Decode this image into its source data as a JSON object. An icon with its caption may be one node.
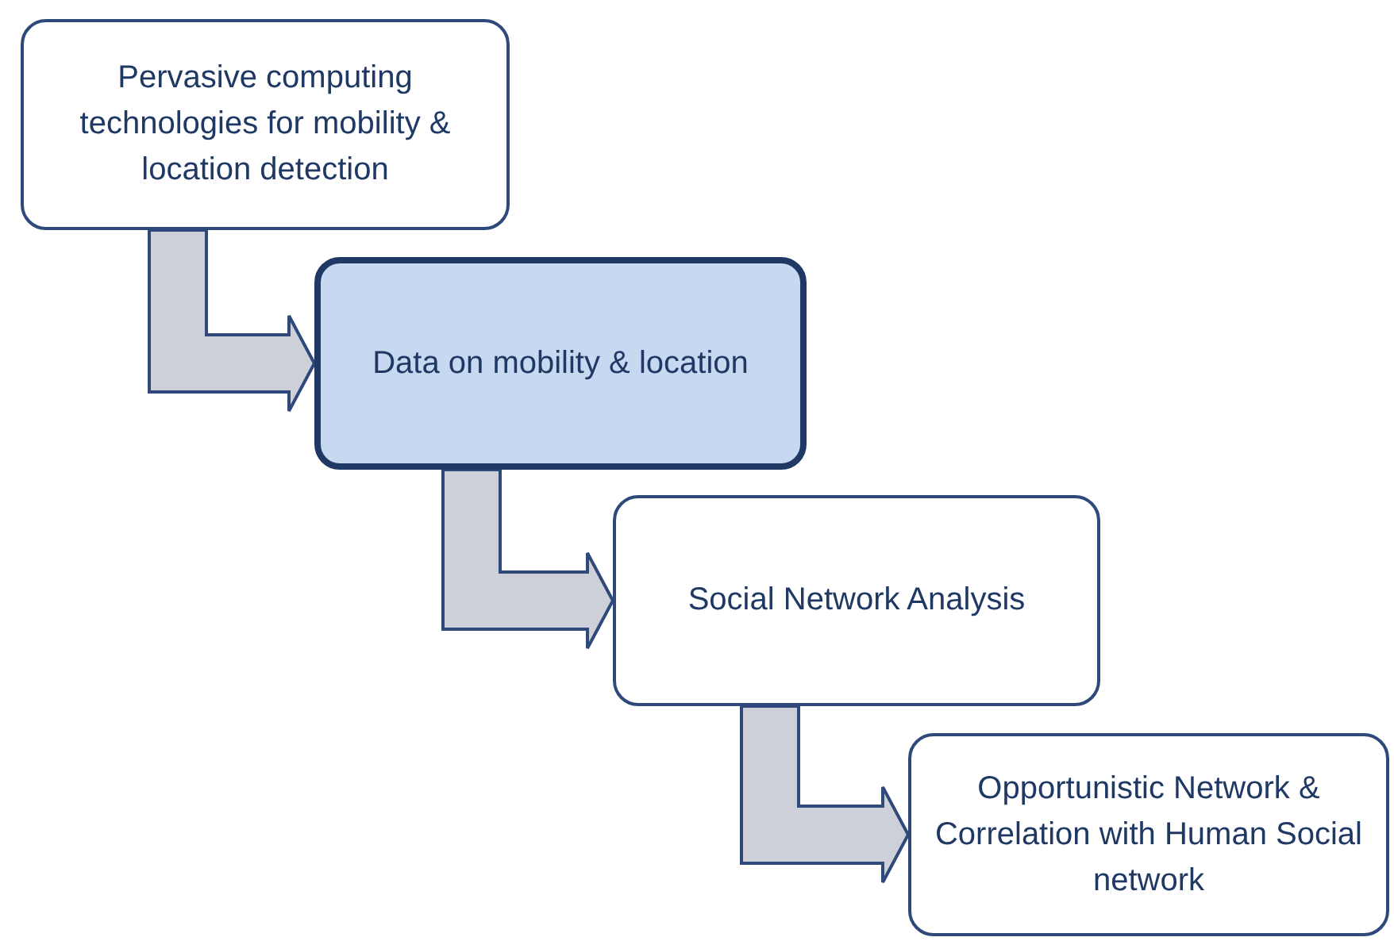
{
  "diagram": {
    "nodes": [
      {
        "text": [
          "Pervasive computing technologies for mobility & location detection"
        ]
      },
      {
        "text": [
          "Data on mobility & location"
        ]
      },
      {
        "text": [
          "Social Network Analysis"
        ]
      },
      {
        "text": [
          "Opportunistic Network & Correlation with Human Social network"
        ]
      }
    ],
    "edges": [
      {
        "from": 0,
        "to": 1,
        "arrow": "to"
      },
      {
        "from": 1,
        "to": 2,
        "arrow": "to"
      },
      {
        "from": 2,
        "to": 3,
        "arrow": "to"
      }
    ]
  }
}
